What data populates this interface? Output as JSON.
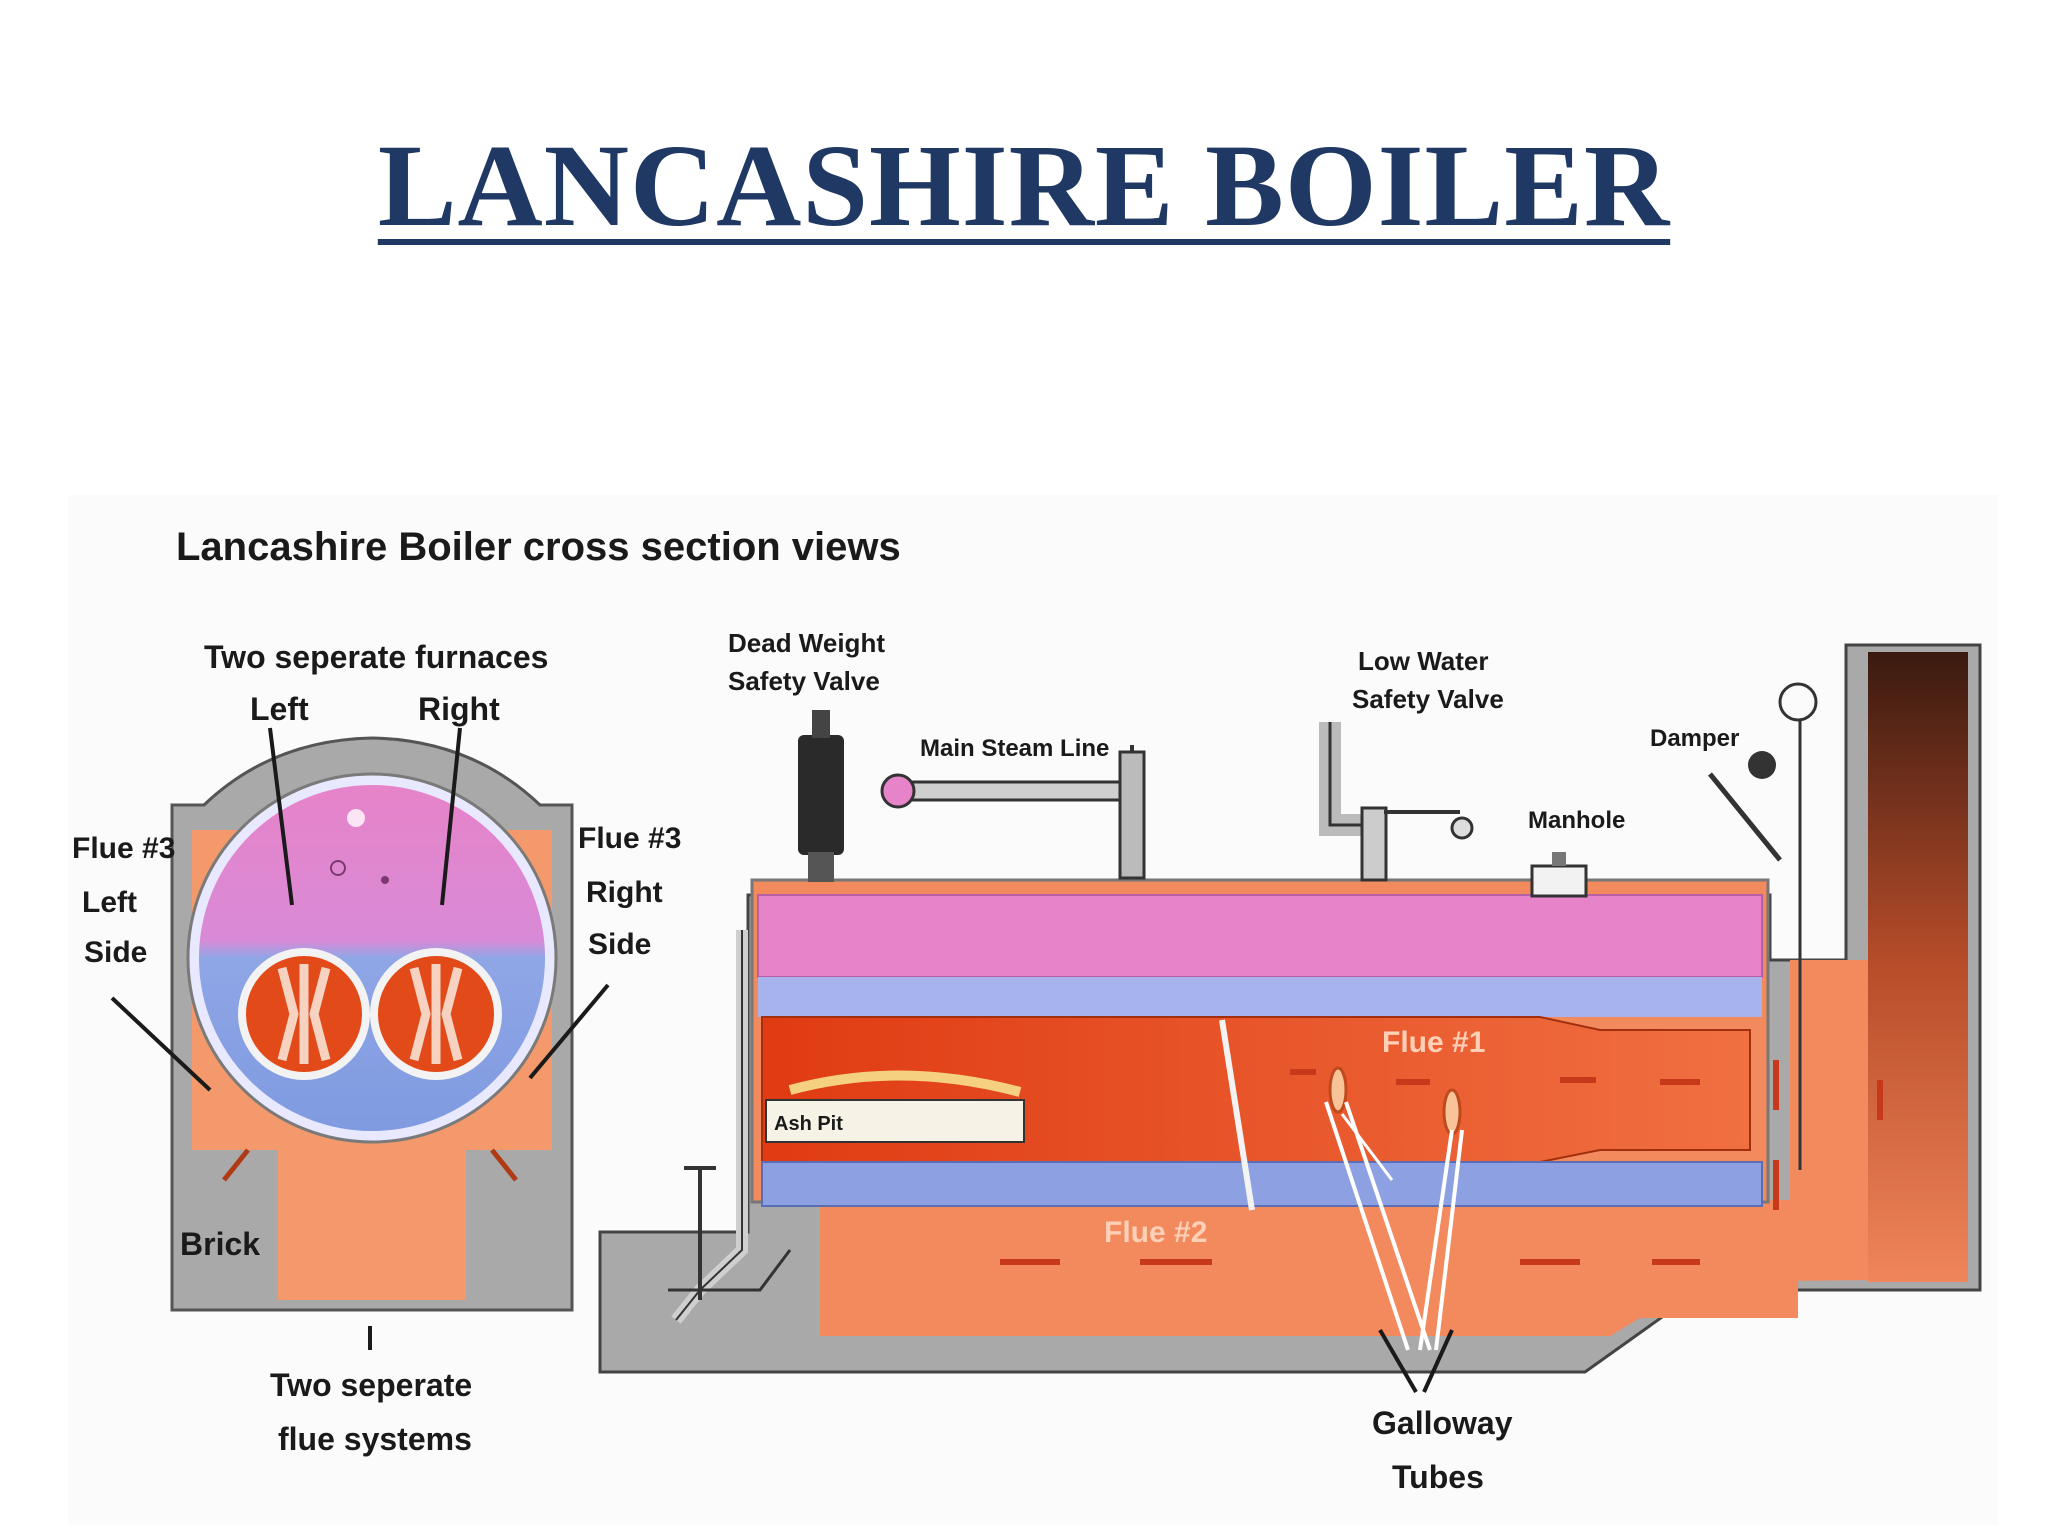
{
  "slide": {
    "title": "LANCASHIRE BOILER"
  },
  "diagram": {
    "heading": "Lancashire Boiler  cross section views",
    "cross_section": {
      "furnaces_line1": "Two seperate furnaces",
      "left": "Left",
      "right": "Right",
      "flue3_left": [
        "Flue #3",
        "Left",
        "Side"
      ],
      "flue3_right": [
        "Flue #3",
        "Right",
        "Side"
      ],
      "brick": "Brick",
      "flue_systems": [
        "Two seperate",
        "flue systems"
      ]
    },
    "side_view": {
      "dead_weight": [
        "Dead Weight",
        "Safety Valve"
      ],
      "main_steam": "Main Steam Line",
      "low_water": [
        "Low Water",
        "Safety Valve"
      ],
      "damper": "Damper",
      "manhole": "Manhole",
      "ash_pit": "Ash Pit",
      "flue1": "Flue #1",
      "flue2": "Flue #2",
      "galloway": [
        "Galloway",
        "Tubes"
      ]
    }
  }
}
